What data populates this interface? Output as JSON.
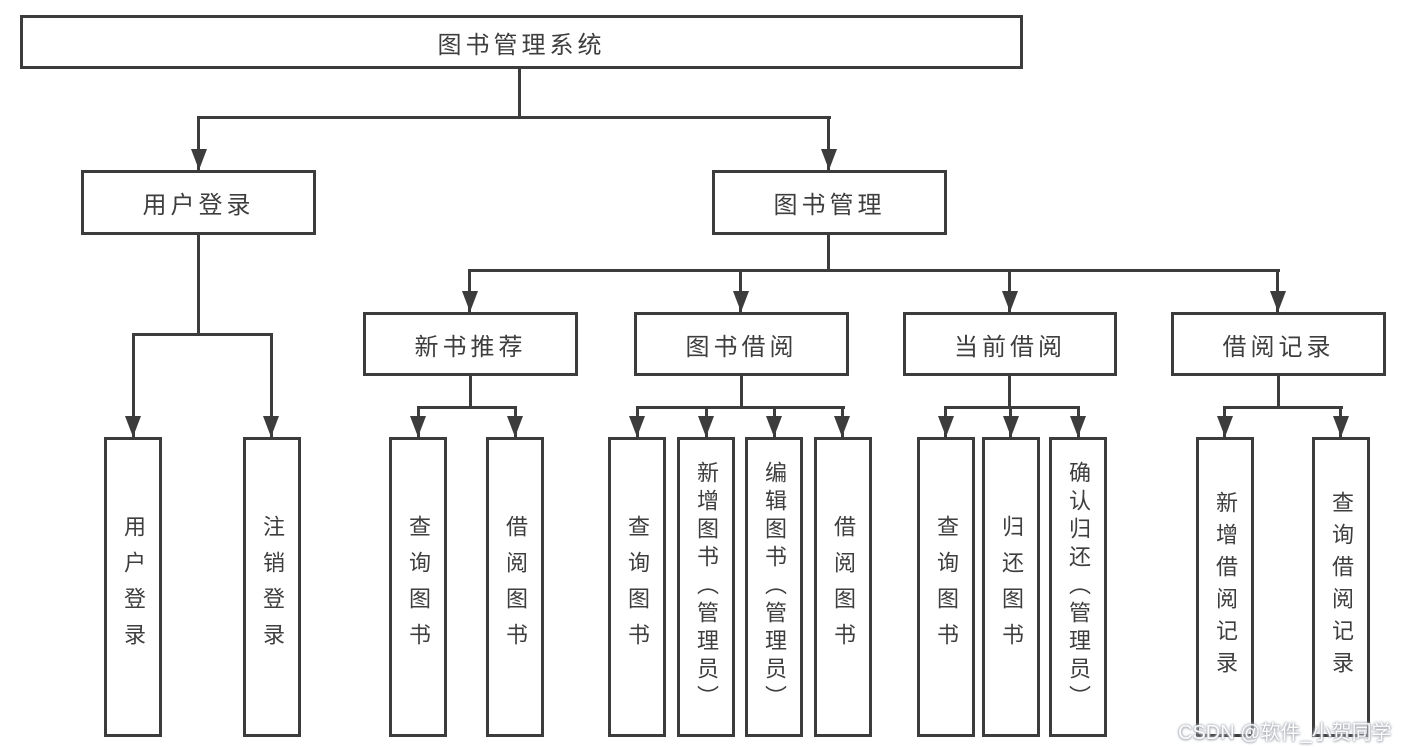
{
  "tree": {
    "label": "图书管理系统",
    "children": [
      {
        "label": "用户登录",
        "children": [
          {
            "label": "用户登录"
          },
          {
            "label": "注销登录"
          }
        ]
      },
      {
        "label": "图书管理",
        "children": [
          {
            "label": "新书推荐",
            "children": [
              {
                "label": "查询图书"
              },
              {
                "label": "借阅图书"
              }
            ]
          },
          {
            "label": "图书借阅",
            "children": [
              {
                "label": "查询图书"
              },
              {
                "label": "新增图书（管理员）"
              },
              {
                "label": "编辑图书（管理员）"
              },
              {
                "label": "借阅图书"
              }
            ]
          },
          {
            "label": "当前借阅",
            "children": [
              {
                "label": "查询图书"
              },
              {
                "label": "归还图书"
              },
              {
                "label": "确认归还（管理员）"
              }
            ]
          },
          {
            "label": "借阅记录",
            "children": [
              {
                "label": "新增借阅记录"
              },
              {
                "label": "查询借阅记录"
              }
            ]
          }
        ]
      }
    ]
  },
  "watermark": {
    "text": "CSDN @软件_小贺同学"
  },
  "colors": {
    "line": "#3c3c3c",
    "text": "#3e3e3e",
    "background": "#ffffff",
    "watermark_halo": "#a9adb5"
  }
}
